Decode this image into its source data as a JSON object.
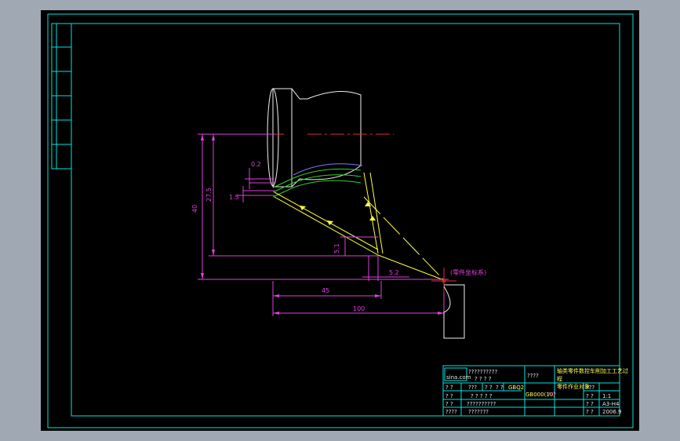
{
  "drawing": {
    "dimensions": {
      "d_0_2": "0.2",
      "d_1_5": "1.5",
      "d_27_5": "27.5",
      "d_40": "40",
      "d_5_1": "5.1",
      "d_5_2": "5.2",
      "d_45": "45",
      "d_100": "100"
    },
    "origin_label": "(零件坐标系)"
  },
  "title_block": {
    "company_line": "??????????",
    "company_sub": "? ? ? ?",
    "logo_text": "sina.com",
    "header_cell": "????",
    "title_line1": "轴类零件数控车削加工工艺过",
    "title_line2": "程",
    "title_line3": "零件作业对象",
    "r1_a": "? ?",
    "r1_b": "???",
    "r1_c": "? ?",
    "r1_d": "? ?",
    "r1_e": "GBQ2",
    "r1_f": "GB000(10)",
    "r1_g": "???",
    "r1_h": "???",
    "r2_a": "? ?",
    "r2_b": "? ? ? ? ?",
    "r2_h": "? ?",
    "r2_i": "1:1",
    "r3_a": "? ?",
    "r3_b": "??????????",
    "r3_h": "? ?",
    "r3_i": "A3-H4",
    "r4_a": "????",
    "r4_b": "???????",
    "r4_h": "? ?",
    "r4_i": "2006.9"
  }
}
